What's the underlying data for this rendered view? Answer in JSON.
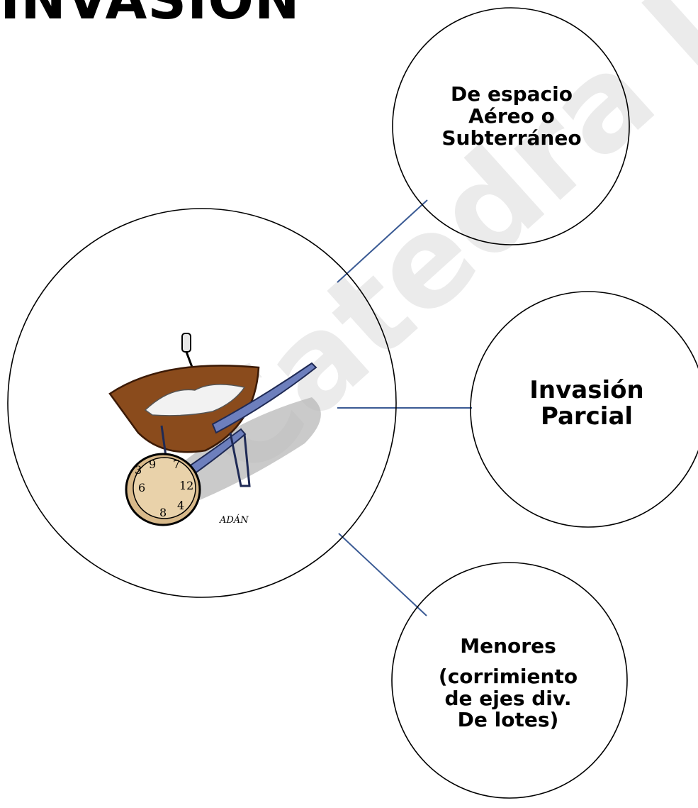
{
  "title": "INVASIÓN",
  "watermark": "Catedra I",
  "center_image": {
    "icon": "wheelbarrow-with-clock-illustration",
    "signature": "ADÁN"
  },
  "nodes": {
    "aereo": {
      "lines": [
        "De espacio",
        "Aéreo o",
        "Subterráneo"
      ]
    },
    "parcial": {
      "lines": [
        "Invasión",
        "Parcial"
      ]
    },
    "menores": {
      "lines": [
        "Menores",
        "(corrimiento",
        "de ejes div.",
        "De lotes)"
      ]
    }
  },
  "colors": {
    "connector": "#3a5a94",
    "outline": "#000000",
    "watermark": "#ebebeb"
  }
}
